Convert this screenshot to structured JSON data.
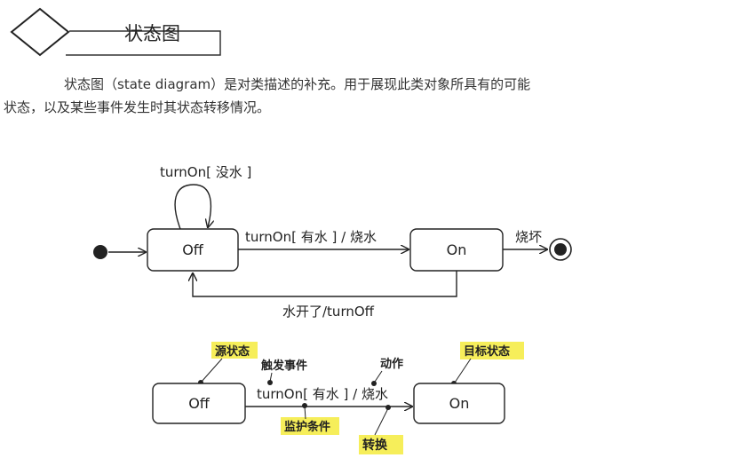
{
  "header": {
    "title": "状态图"
  },
  "intro": {
    "line1": "状态图（state diagram）是对类描述的补充。用于展现此类对象所具有的可能",
    "line2": "状态，以及某些事件发生时其状态转移情况。"
  },
  "diagram1": {
    "state_off": "Off",
    "state_on": "On",
    "self_loop_label": "turnOn[ 没水 ]",
    "transition_off_on": "turnOn[ 有水 ] / 烧水",
    "transition_on_off": "水开了/turnOff",
    "transition_final": "烧坏"
  },
  "diagram2": {
    "state_off": "Off",
    "state_on": "On",
    "transition_label": "turnOn[ 有水 ] / 烧水",
    "annotations": {
      "source_state": "源状态",
      "trigger_event": "触发事件",
      "action": "动作",
      "target_state": "目标状态",
      "guard_condition": "监护条件",
      "transition": "转换"
    }
  },
  "colors": {
    "highlight": "#f6ee5a",
    "line": "#222222"
  }
}
